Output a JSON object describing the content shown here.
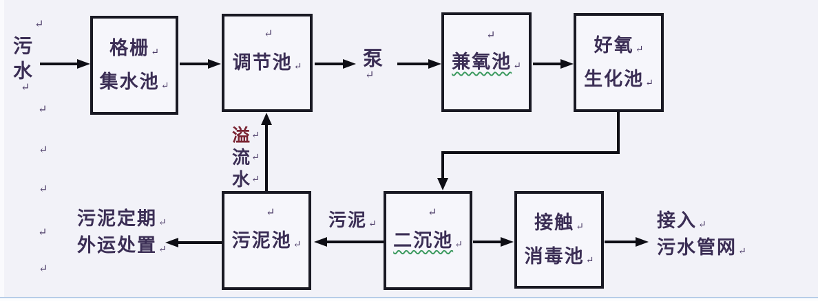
{
  "glyphs": {
    "return": "↵"
  },
  "labels": {
    "influent": "污水",
    "pump": "泵",
    "overflow": {
      "char1": "溢",
      "char2": "流",
      "char3": "水"
    },
    "sludge": "污泥",
    "disposal": {
      "line1": "污泥定期",
      "line2": "外运处置"
    },
    "outlet": {
      "line1": "接入",
      "line2": "污水管网"
    }
  },
  "nodes": {
    "grid_sump": {
      "line1": "格栅",
      "line2": "集水池"
    },
    "regulating": {
      "line1": "调节池"
    },
    "facultative": {
      "line1": "兼氧池"
    },
    "aerobic": {
      "line1": "好氧",
      "line2": "生化池"
    },
    "sludge_tank": {
      "line1": "污泥池"
    },
    "secondary_clarifier": {
      "line1": "二沉池"
    },
    "contact_disinfection": {
      "line1": "接触",
      "line2": "消毒池"
    }
  },
  "colors": {
    "ink": "#3b2e55",
    "box_border": "#191923",
    "arrow": "#0e0e15",
    "spellcheck_green": "#3c9a5f",
    "overflow_red": "#7a2433",
    "footer_rule": "#b7cde8",
    "background": "#f2f2f8"
  }
}
